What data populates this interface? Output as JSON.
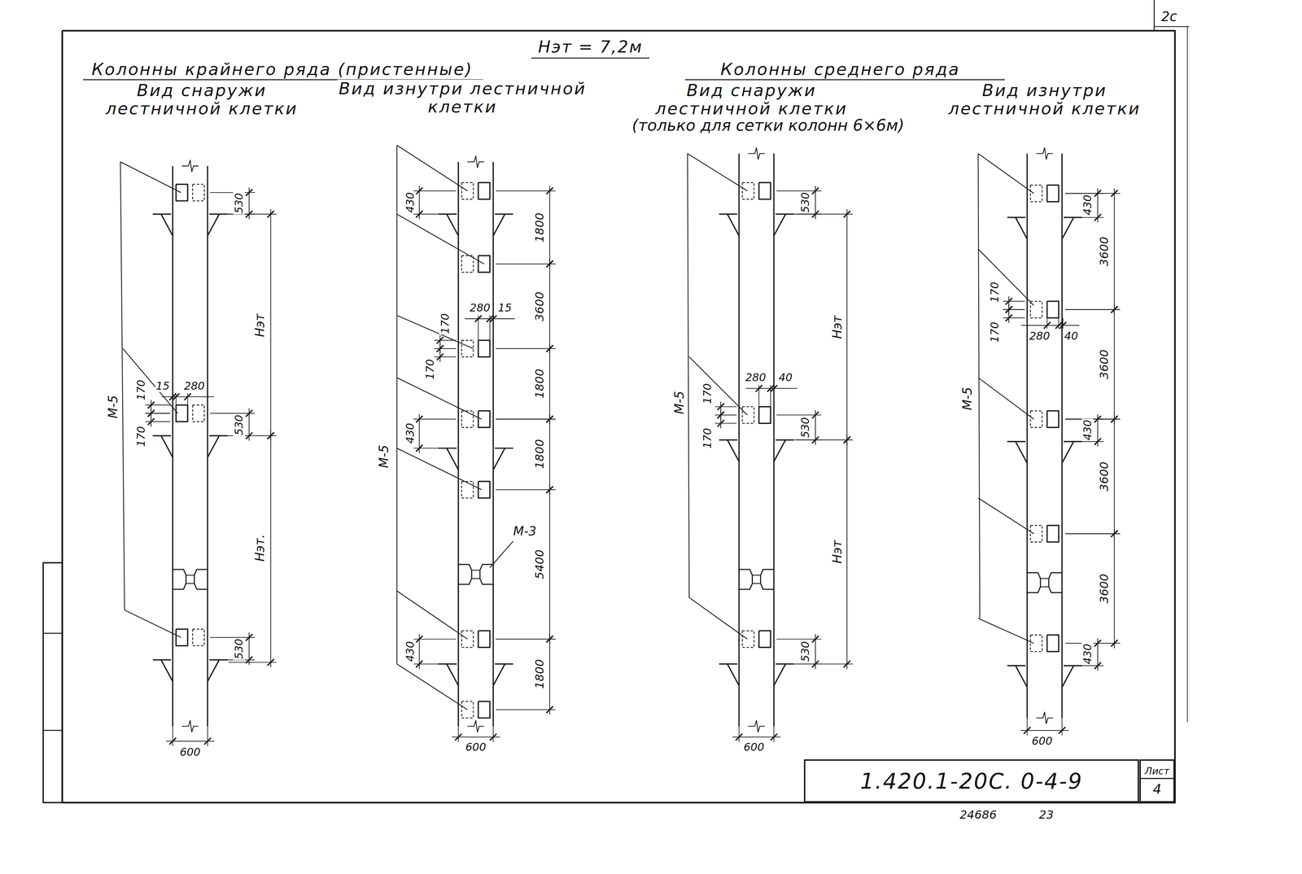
{
  "diagram": {
    "title": "Нэт = 7,2м",
    "nodes": [
      {
        "text": [
          "1.420.1-20С. 0-4-9"
        ]
      },
      {
        "text": [
          "Лист",
          "4"
        ]
      }
    ],
    "labels": [
      "Колонны крайнего ряда (пристенные)",
      "Вид снаружи лестничной клетки",
      "Вид изнутри лестничной клетки",
      "Колонны среднего ряда",
      "Вид снаружи лестничной клетки",
      "(только для сетки колонн 6×6м)",
      "Вид изнутри лестничной клетки",
      "530",
      "Нэт",
      "170",
      "15",
      "280",
      "170",
      "530",
      "Нэт.",
      "530",
      "М-5",
      "600",
      "430",
      "1800",
      "3600",
      "280",
      "15",
      "170",
      "170",
      "1800",
      "430",
      "1800",
      "М-5",
      "М-3",
      "5400",
      "430",
      "1800",
      "600",
      "530",
      "Нэт",
      "280",
      "40",
      "170",
      "170",
      "М-5",
      "530",
      "Нэт",
      "530",
      "600",
      "430",
      "3600",
      "170",
      "170",
      "280",
      "40",
      "3600",
      "М-5",
      "430",
      "3600",
      "3600",
      "430",
      "600",
      "2с",
      "24686",
      "23"
    ]
  }
}
